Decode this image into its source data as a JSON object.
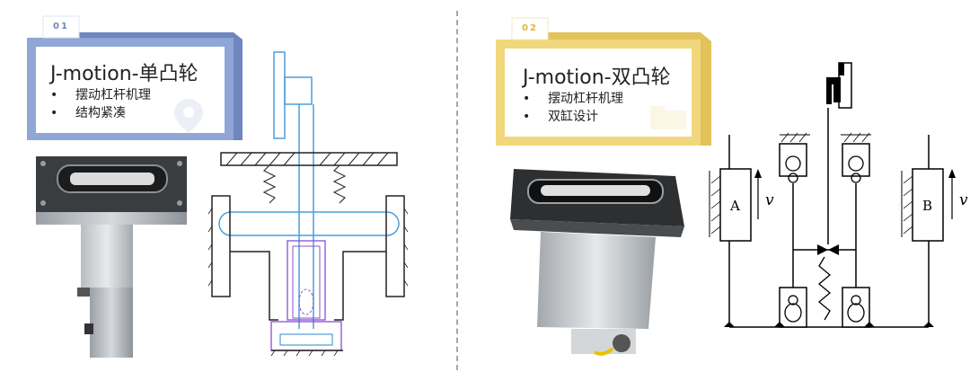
{
  "left": {
    "number": "01",
    "title": "J-motion-单凸轮",
    "bullets": [
      "摆动杠杆机理",
      "结构紧凑"
    ],
    "accent": "#8fa6d6",
    "accent_dark": "#6f86be"
  },
  "right": {
    "number": "02",
    "title": "J-motion-双凸轮",
    "bullets": [
      "摆动杠杆机理",
      "双缸设计"
    ],
    "accent": "#f0d77c",
    "accent_dark": "#e2c25a"
  },
  "diagram_labels": {
    "cylinder_a": "A",
    "cylinder_b": "B",
    "velocity_a": "v",
    "velocity_b": "v"
  },
  "bullet_mark": "•"
}
